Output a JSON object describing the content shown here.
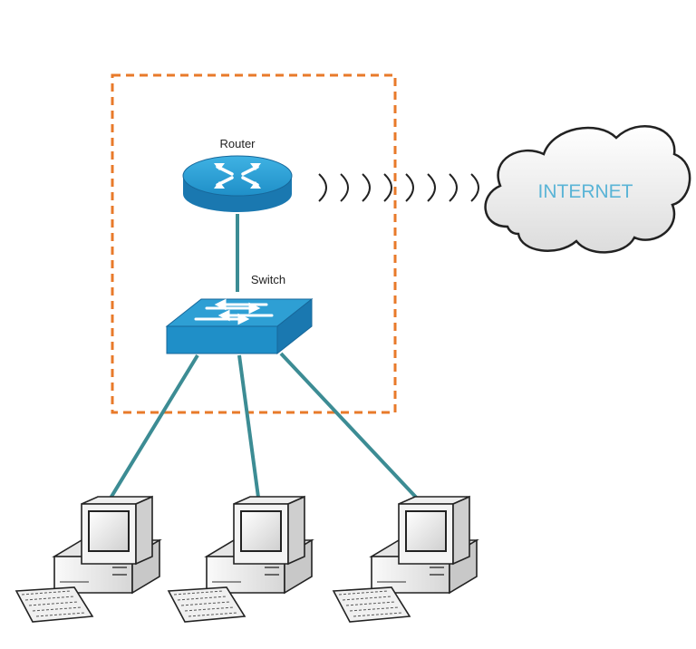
{
  "nodes": {
    "router": {
      "label": "Router"
    },
    "switch": {
      "label": "Switch"
    },
    "internet": {
      "label": "INTERNET"
    },
    "computers": [
      {
        "id": "pc1"
      },
      {
        "id": "pc2"
      },
      {
        "id": "pc3"
      }
    ]
  },
  "colors": {
    "boundary": "#e87a2a",
    "device_top": "#2e9fd4",
    "device_side": "#1a78b0",
    "link": "#3c8c94",
    "internet_text": "#5ab4d6",
    "cloud_fill": "#f2f2f2",
    "cloud_stroke": "#222222"
  }
}
